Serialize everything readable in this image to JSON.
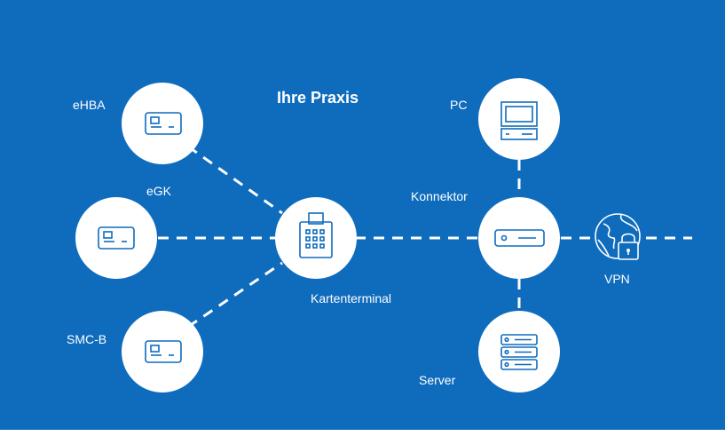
{
  "colors": {
    "background": "#0f6cbd",
    "node_fill": "#ffffff",
    "icon_stroke": "#0f6cbd",
    "line": "#ffffff"
  },
  "title": "Ihre Praxis",
  "nodes": {
    "ehba": {
      "label": "eHBA",
      "icon": "card-icon"
    },
    "egk": {
      "label": "eGK",
      "icon": "card-icon"
    },
    "smcb": {
      "label": "SMC-B",
      "icon": "card-icon"
    },
    "kartenterminal": {
      "label": "Kartenterminal",
      "icon": "card-terminal-icon"
    },
    "pc": {
      "label": "PC",
      "icon": "computer-icon"
    },
    "konnektor": {
      "label": "Konnektor",
      "icon": "connector-box-icon"
    },
    "server": {
      "label": "Server",
      "icon": "server-icon"
    },
    "vpn": {
      "label": "VPN",
      "icon": "globe-lock-icon"
    }
  }
}
